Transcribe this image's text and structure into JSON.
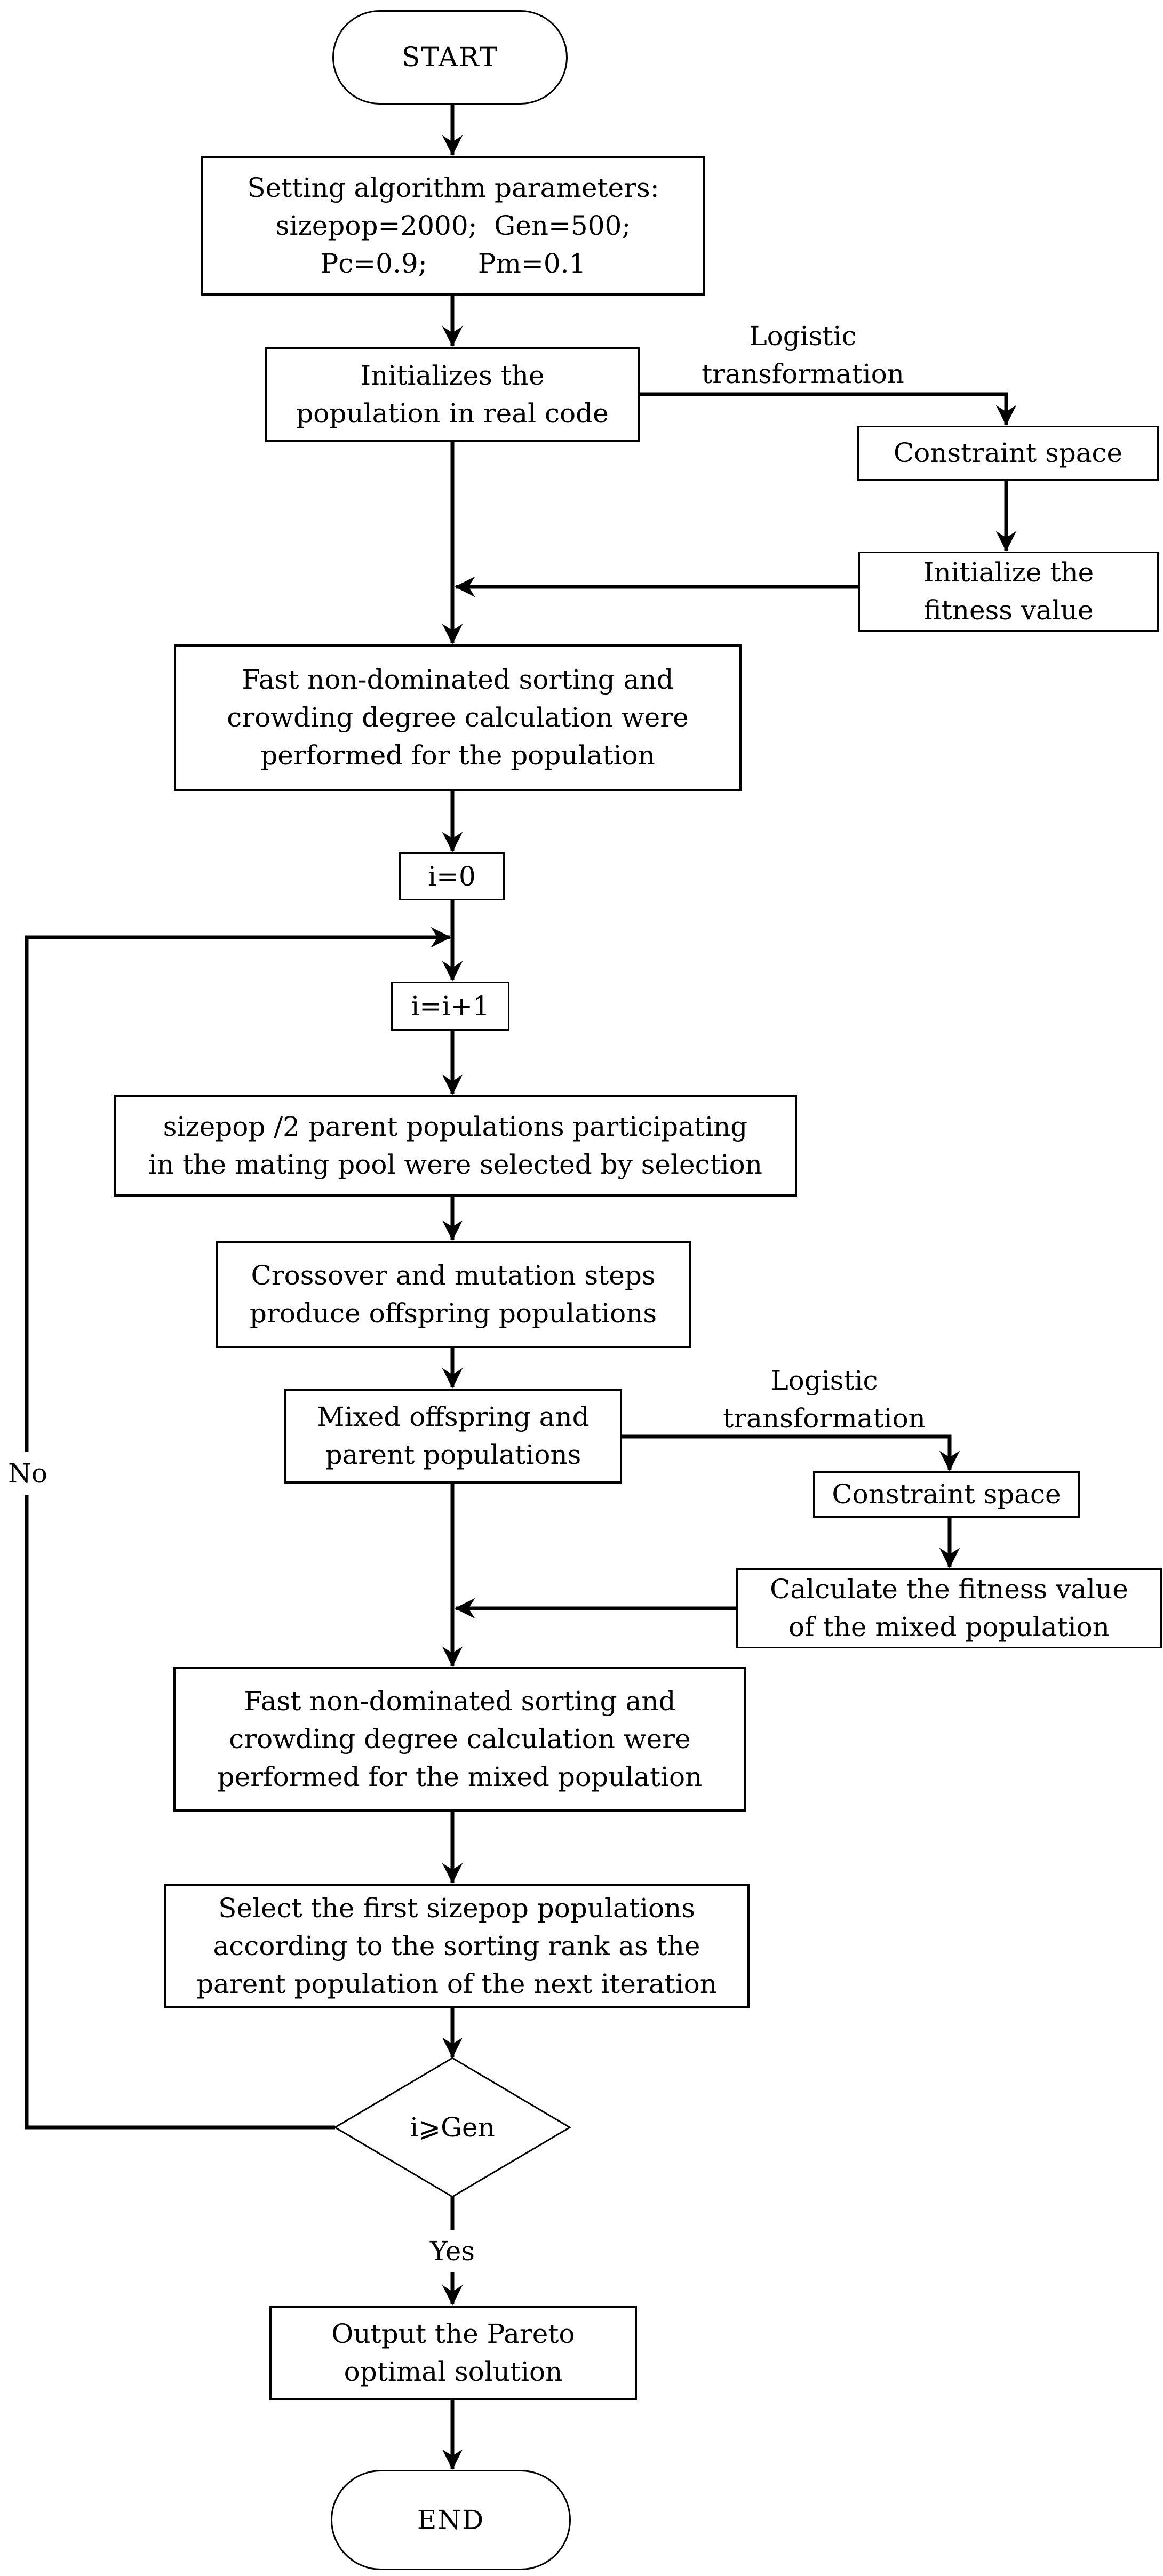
{
  "figure": {
    "background_color": "#ffffff",
    "stroke_color": "#000000",
    "nodes": {
      "start": "START",
      "params": "Setting algorithm parameters:\nsizepop=2000;  Gen=500;\nPc=0.9;      Pm=0.1",
      "init_pop": "Initializes the\npopulation in real code",
      "logistic1": "Logistic\ntransformation",
      "constraint1": "Constraint space",
      "init_fitness": "Initialize the\nfitness value",
      "fast_sort_pop": "Fast non-dominated sorting and\ncrowding degree calculation were\nperformed for the population",
      "i_zero": "i=0",
      "i_increment": "i=i+1",
      "selection": "sizepop /2 parent populations participating\nin the mating pool were selected by selection",
      "crossover": "Crossover and mutation steps\nproduce offspring populations",
      "mixed": "Mixed offspring and\nparent populations",
      "logistic2": "Logistic\ntransformation",
      "constraint2": "Constraint space",
      "calc_fitness": "Calculate the fitness value\nof the mixed population",
      "fast_sort_mixed": "Fast non-dominated sorting and\ncrowding degree calculation were\nperformed for the mixed population",
      "select_next": "Select the first sizepop populations\naccording to the sorting rank as the\nparent population of the next iteration",
      "decision": "i⩾Gen",
      "output": "Output the Pareto\noptimal solution",
      "end": "END"
    },
    "edge_labels": {
      "yes": "Yes",
      "no": "No"
    }
  }
}
